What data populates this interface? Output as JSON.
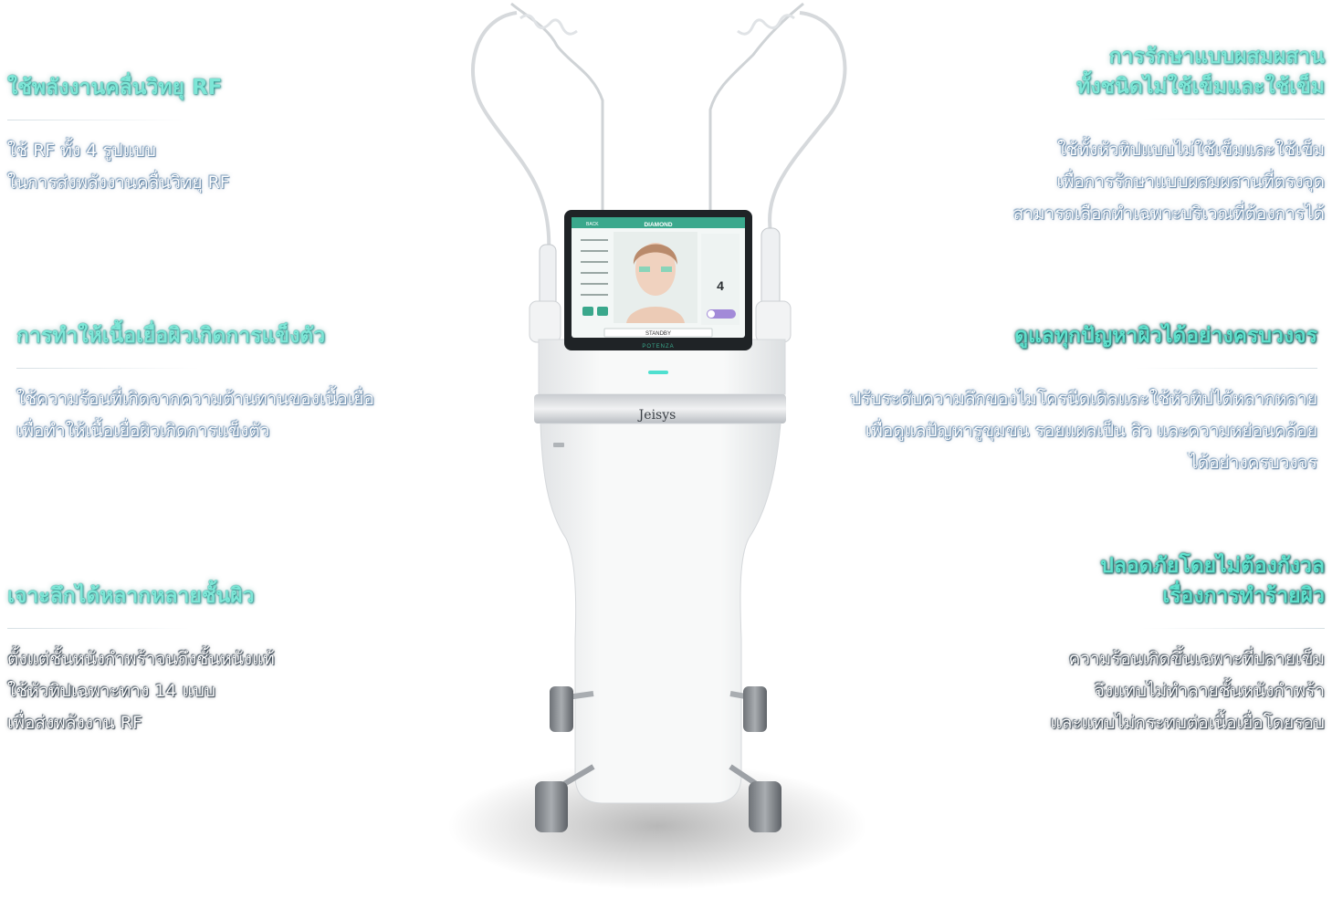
{
  "features_left": [
    {
      "title": "ใช้พลังงานคลื่นวิทยุ RF",
      "lines": [
        "ใช้ RF ทั้ง 4 รูปแบบ",
        "ในการส่งพลังงานคลื่นวิทยุ RF"
      ]
    },
    {
      "title": "การทำให้เนื้อเยื่อผิวเกิดการแข็งตัว",
      "lines": [
        "ใช้ความร้อนที่เกิดจากความต้านทานของเนื้อเยื่อ",
        "เพื่อทำให้เนื้อเยื่อผิวเกิดการแข็งตัว"
      ]
    },
    {
      "title": "เจาะลึกได้หลากหลายชั้นผิว",
      "lines": [
        "ตั้งแต่ชั้นหนังกำพร้าจนถึงชั้นหนังแท้",
        "ใช้หัวทิปเฉพาะทาง 14 แบบ",
        "เพื่อส่งพลังงาน RF"
      ]
    }
  ],
  "features_right": [
    {
      "title_lines": [
        "การรักษาแบบผสมผสาน",
        "ทั้งชนิดไม่ใช้เข็มและใช้เข็ม"
      ],
      "lines": [
        "ใช้ทั้งหัวทิปแบบไม่ใช้เข็มและใช้เข็ม",
        "เพื่อการรักษาแบบผสมผสานที่ตรงจุด",
        "สามารถเลือกทำเฉพาะบริเวณที่ต้องการได้"
      ]
    },
    {
      "title_lines": [
        "ดูแลทุกปัญหาผิวได้อย่างครบวงจร"
      ],
      "lines": [
        "ปรับระดับความลึกของไมโครนีดเดิลและใช้หัวทิปได้หลากหลาย",
        "เพื่อดูแลปัญหารูขุมขน รอยแผลเป็น สิว และความหย่อนคล้อย",
        "ได้อย่างครบวงจร"
      ]
    },
    {
      "title_lines": [
        "ปลอดภัยโดยไม่ต้องกังวล",
        "เรื่องการทำร้ายผิว"
      ],
      "lines": [
        "ความร้อนเกิดขึ้นเฉพาะที่ปลายเข็ม",
        "จึงแทบไม่ทำลายชั้นหนังกำพร้า",
        "และแทบไม่กระทบต่อเนื้อเยื่อโดยรอบ"
      ]
    }
  ],
  "device": {
    "brand": "Jeisys",
    "product": "POTENZA",
    "screen": {
      "header_back": "BACK",
      "header_mode": "DIAMOND",
      "depth_value": "4",
      "status": "STANDBY"
    }
  },
  "colors": {
    "title_mint": "#7de6d6",
    "screen_teal": "#3aa88c",
    "device_body": "#f4f5f6"
  }
}
